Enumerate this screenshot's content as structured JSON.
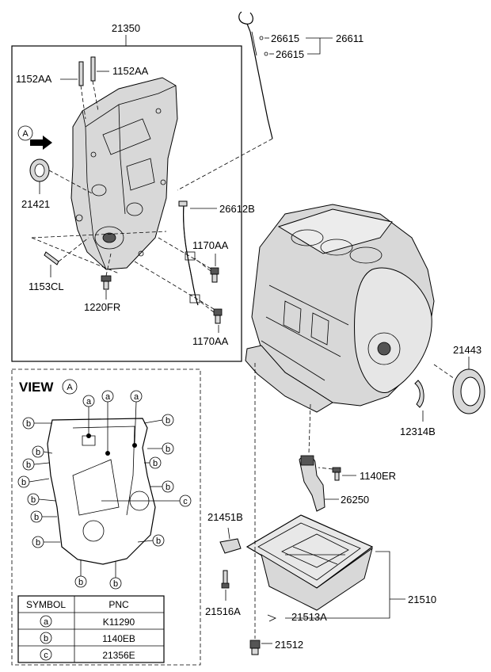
{
  "labels": {
    "l21350": "21350",
    "l1152a": "1152AA",
    "l1152b": "1152AA",
    "l21421": "21421",
    "l1153": "1153CL",
    "l1220": "1220FR",
    "l1170a": "1170AA",
    "l1170b": "1170AA",
    "l26612b": "26612B",
    "l26615a": "26615",
    "l26615b": "26615",
    "l26611": "26611",
    "l21443": "21443",
    "l12314": "12314B",
    "l1140er": "1140ER",
    "l26250": "26250",
    "l21451": "21451B",
    "l21510": "21510",
    "l21516": "21516A",
    "l21513": "21513A",
    "l21512": "21512"
  },
  "view": {
    "title": "VIEW",
    "marker": "A"
  },
  "callout_a": "A",
  "symbols": {
    "a": "a",
    "b": "b",
    "c": "c"
  },
  "table": {
    "header_symbol": "SYMBOL",
    "header_pnc": "PNC",
    "rows": [
      {
        "symbol": "a",
        "pnc": "K11290"
      },
      {
        "symbol": "b",
        "pnc": "1140EB"
      },
      {
        "symbol": "c",
        "pnc": "21356E"
      }
    ]
  }
}
